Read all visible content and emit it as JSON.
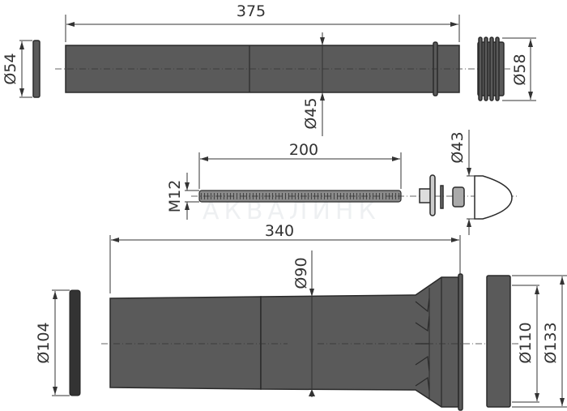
{
  "watermark": "АКВАЛИНК",
  "colors": {
    "part": "#5a5a5a",
    "outline": "#2a2a2a",
    "dimension": "#333333"
  },
  "top_assembly": {
    "length": "375",
    "ring_diameter": "Ø54",
    "pipe_diameter": "Ø45",
    "bellows_diameter": "Ø58"
  },
  "middle_assembly": {
    "rod_length": "200",
    "thread": "M12",
    "cap_diameter": "Ø43"
  },
  "bottom_assembly": {
    "length": "340",
    "pipe_diameter": "Ø90",
    "ring_diameter": "Ø104",
    "flange_inner": "Ø110",
    "flange_outer": "Ø133"
  }
}
